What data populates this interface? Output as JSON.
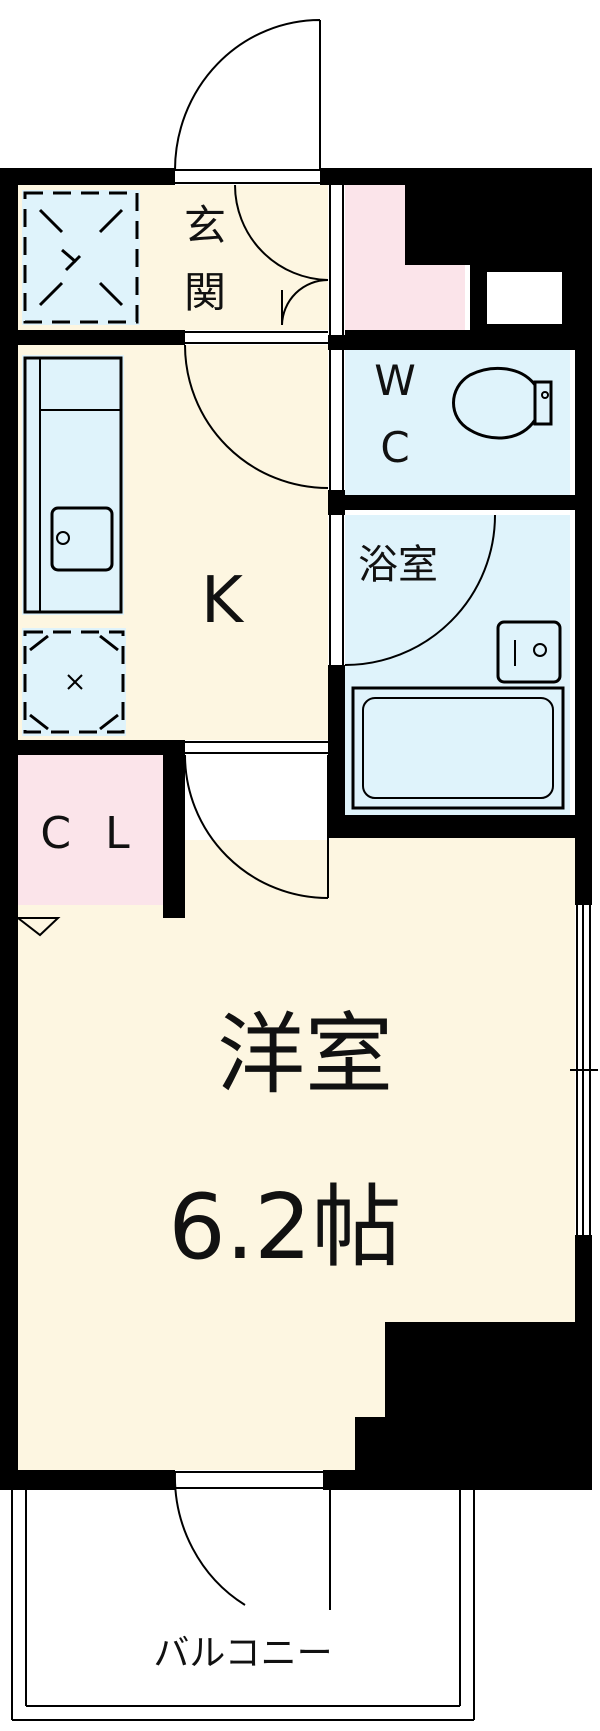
{
  "rooms": {
    "entrance": "玄\n関",
    "wc": "W\nC",
    "kitchen": "K",
    "bath": "浴室",
    "closet": "C L",
    "western_room": "洋室",
    "western_room_size": "6.2帖",
    "balcony": "バルコニー"
  },
  "colors": {
    "floor": "#fdf6e1",
    "wet_area": "#dff3fb",
    "closet": "#fbe4ea",
    "wall": "#000000"
  }
}
